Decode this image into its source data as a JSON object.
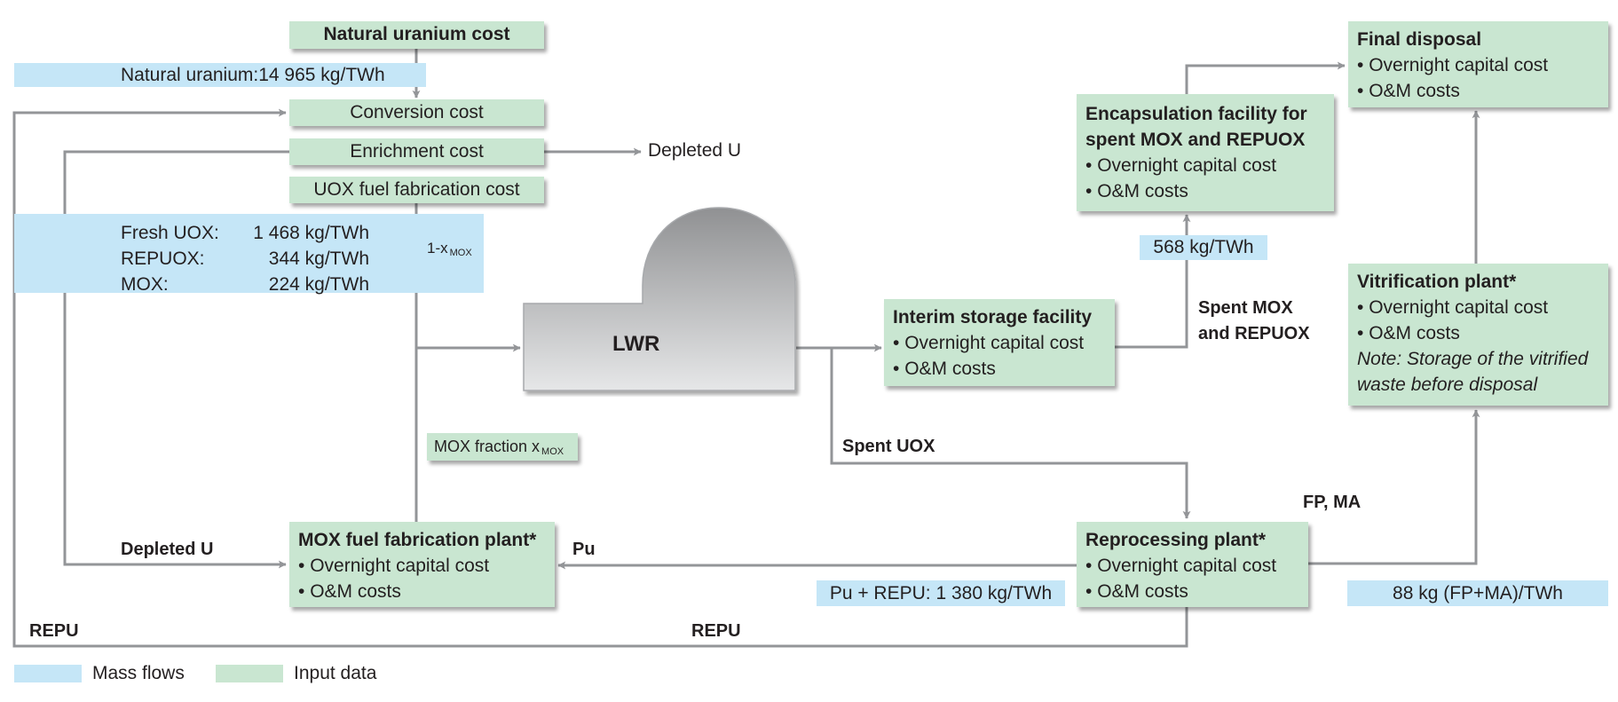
{
  "title": "Nuclear fuel cycle cost model (LWR with MOX and REPUOX recycling)",
  "colors": {
    "mass_flow": "#c5e6f7",
    "input_data": "#c9e6d1",
    "line": "#939598",
    "reactor_gradient_top": "#909193",
    "reactor_gradient_bottom": "#e6e7e8"
  },
  "front_end": {
    "natural_uranium_cost": "Natural uranium cost",
    "natural_uranium_flow": "Natural uranium:14 965 kg/TWh",
    "conversion_cost": "Conversion cost",
    "enrichment_cost": "Enrichment cost",
    "uox_fabrication_cost": "UOX fuel fabrication cost",
    "depleted_u_output": "Depleted U"
  },
  "fuel_flows": {
    "rows": [
      {
        "label": "Fresh UOX:",
        "value": "1 468 kg/TWh"
      },
      {
        "label": "REPUOX:",
        "value": "344 kg/TWh"
      },
      {
        "label": "MOX:",
        "value": "224 kg/TWh"
      }
    ],
    "uox_fraction": {
      "base": "1-x",
      "sub": "MOX"
    },
    "mox_fraction": {
      "base": "MOX fraction x",
      "sub": "MOX"
    }
  },
  "reactor": {
    "label": "LWR"
  },
  "nodes": {
    "interim_storage": {
      "title": "Interim storage facility",
      "items": [
        "Overnight capital cost",
        "O&M costs"
      ]
    },
    "encapsulation": {
      "title_line1": "Encapsulation facility for",
      "title_line2": "spent MOX and REPUOX",
      "items": [
        "Overnight capital cost",
        "O&M costs"
      ]
    },
    "final_disposal": {
      "title": "Final disposal",
      "items": [
        "Overnight capital cost",
        "O&M costs"
      ]
    },
    "vitrification": {
      "title": "Vitrification plant*",
      "items": [
        "Overnight capital cost",
        "O&M costs"
      ],
      "note_line1": "Note: Storage of the vitrified",
      "note_line2": "waste before disposal"
    },
    "reprocessing": {
      "title": "Reprocessing plant*",
      "items": [
        "Overnight capital cost",
        "O&M costs"
      ]
    },
    "mox_fabrication": {
      "title": "MOX fuel fabrication plant*",
      "items": [
        "Overnight capital cost",
        "O&M costs"
      ]
    }
  },
  "flow_labels": {
    "spent_mox_line1": "Spent MOX",
    "spent_mox_line2": "and REPUOX",
    "spent_mox_mass": "568 kg/TWh",
    "spent_uox": "Spent UOX",
    "fp_ma": "FP, MA",
    "fp_ma_mass": "88 kg (FP+MA)/TWh",
    "pu": "Pu",
    "pu_repu_mass": "Pu + REPU: 1 380 kg/TWh",
    "depleted_u": "Depleted U",
    "repu_left": "REPU",
    "repu_bottom": "REPU"
  },
  "legend": [
    {
      "label": "Mass flows",
      "color": "#c5e6f7"
    },
    {
      "label": "Input data",
      "color": "#c9e6d1"
    }
  ]
}
